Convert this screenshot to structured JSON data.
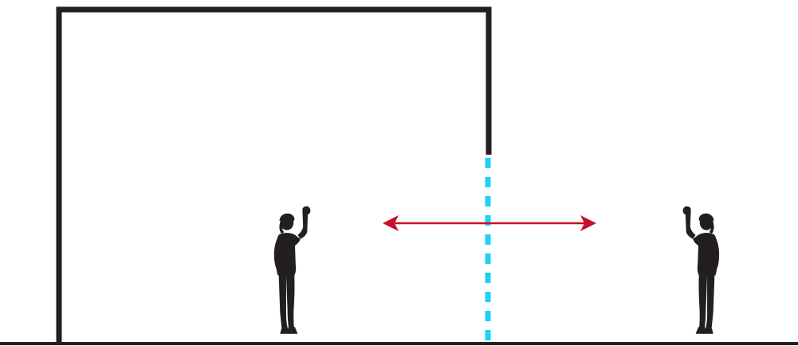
{
  "colors": {
    "background": "#ffffff",
    "structure": "#231f20",
    "opening": "#1ed2f4",
    "movement_arrow": "#c8102e",
    "figure": "#231f20"
  },
  "elements": {
    "structure": "wall-frame",
    "opening": "dashed-opening-line",
    "arrow": "double-headed-arrow",
    "figures": [
      "person-silhouette-inside",
      "person-silhouette-outside"
    ]
  }
}
